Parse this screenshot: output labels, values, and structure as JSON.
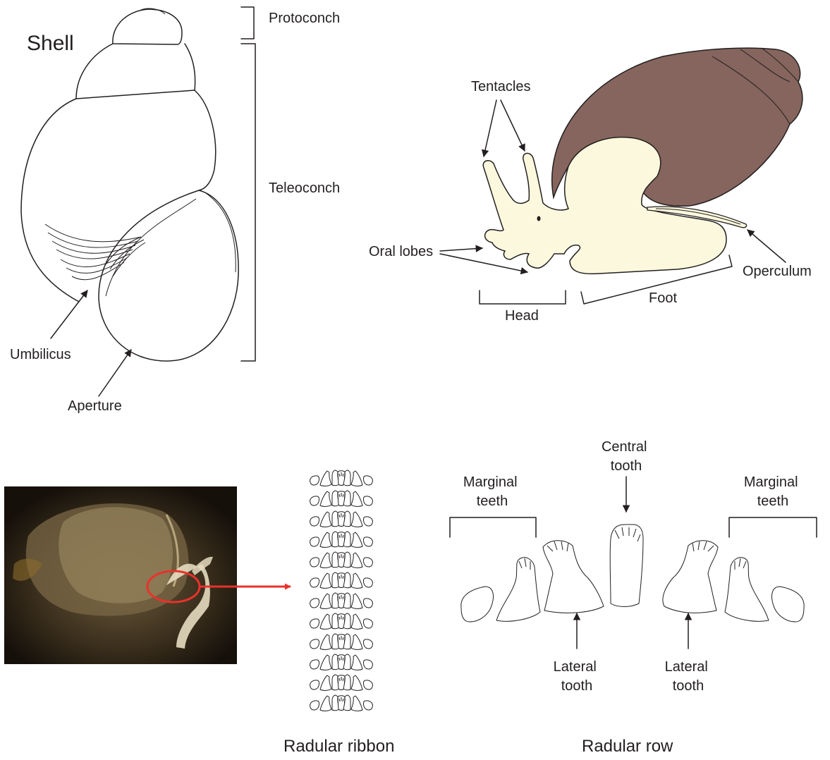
{
  "colors": {
    "line": "#231f20",
    "snail_body": "#fbf8dd",
    "snail_shell": "#85655d",
    "photo_background": "#1a140c",
    "highlight_red": "#e8322c"
  },
  "shell_panel": {
    "title": "Shell",
    "labels": {
      "protoconch": "Protoconch",
      "teleoconch": "Teleoconch",
      "umbilicus": "Umbilicus",
      "aperture": "Aperture"
    }
  },
  "anatomy_panel": {
    "labels": {
      "tentacles": "Tentacles",
      "oral_lobes": "Oral lobes",
      "operculum": "Operculum",
      "head": "Head",
      "foot": "Foot"
    }
  },
  "radula_panel": {
    "ribbon_caption": "Radular ribbon",
    "row_caption": "Radular row",
    "labels": {
      "central_tooth": "Central\ntooth",
      "marginal_teeth_left": "Marginal\nteeth",
      "marginal_teeth_right": "Marginal\nteeth",
      "lateral_tooth_left": "Lateral\ntooth",
      "lateral_tooth_right": "Lateral\ntooth"
    }
  }
}
